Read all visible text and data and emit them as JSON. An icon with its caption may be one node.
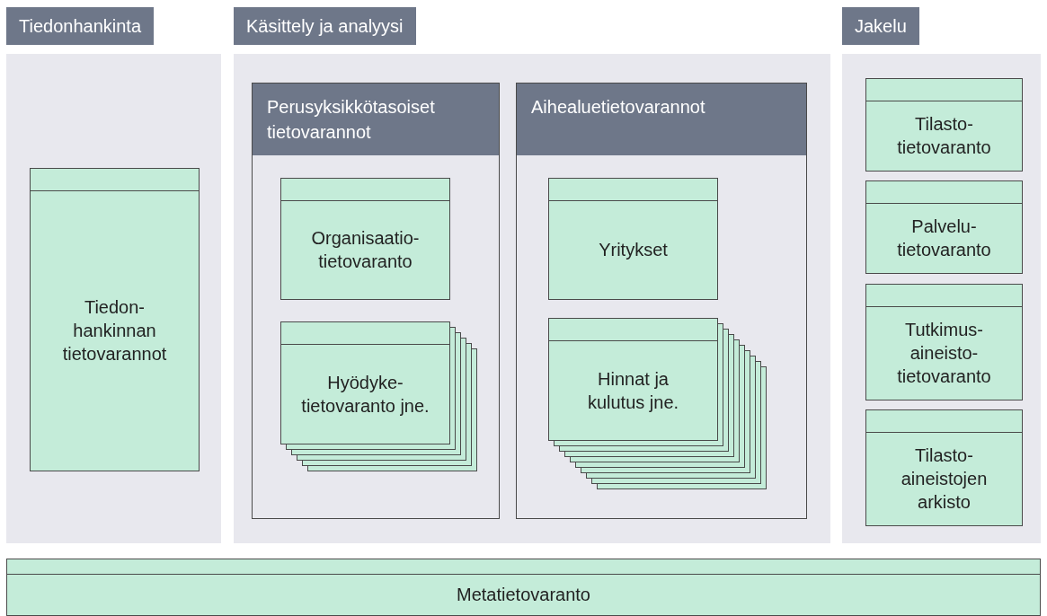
{
  "diagram": {
    "nodes": [
      {
        "text": [
          "Tiedonhankinta"
        ]
      },
      {
        "text": [
          "Tiedon- hankinnan tietovarannot"
        ],
        "in": 0
      },
      {
        "text": [
          "Käsittely ja analyysi"
        ]
      },
      {
        "text": [
          "Perusyksikkötasoiset tietovarannot"
        ],
        "in": 2
      },
      {
        "text": [
          "Organisaatio- tietovaranto"
        ],
        "in": 3
      },
      {
        "text": [
          "Hyödyke- tietovaranto jne."
        ],
        "in": 3
      },
      {
        "text": [
          "Aihealuetietovarannot"
        ],
        "in": 2
      },
      {
        "text": [
          "Yritykset"
        ],
        "in": 6
      },
      {
        "text": [
          "Hinnat ja kulutus jne."
        ],
        "in": 6
      },
      {
        "text": [
          "Jakelu"
        ]
      },
      {
        "text": [
          "Tilasto- tietovaranto"
        ],
        "in": 9
      },
      {
        "text": [
          "Palvelu- tietovaranto"
        ],
        "in": 9
      },
      {
        "text": [
          "Tutkimus- aineisto- tietovaranto"
        ],
        "in": 9
      },
      {
        "text": [
          "Tilasto- aineistojen arkisto"
        ],
        "in": 9
      },
      {
        "text": [
          "Metatietovaranto"
        ]
      }
    ]
  }
}
